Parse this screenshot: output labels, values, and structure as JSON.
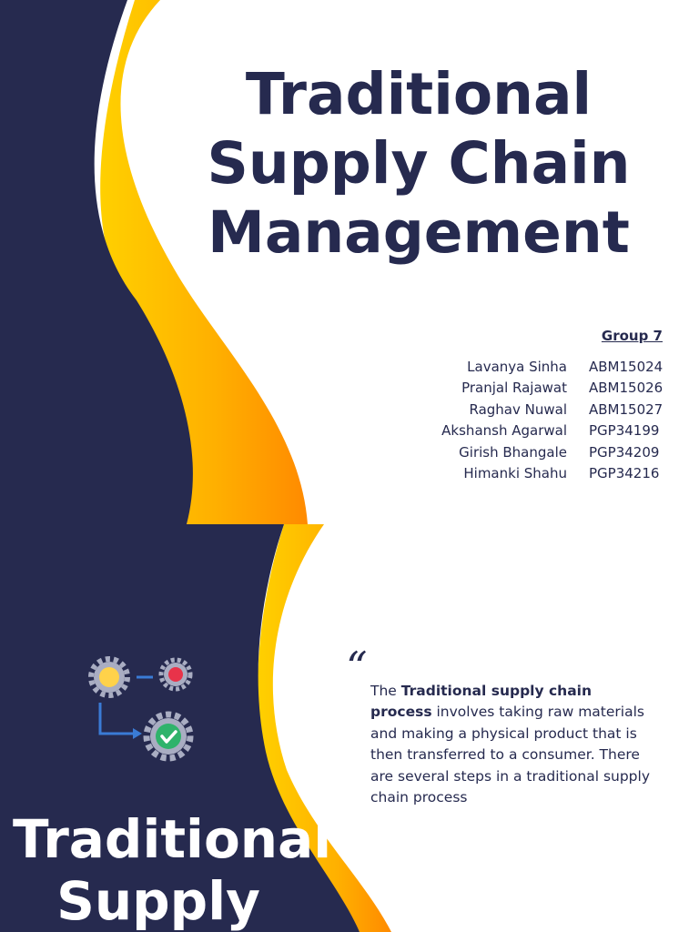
{
  "colors": {
    "navy": "#262a4f",
    "orange": "#ff9b00",
    "yellow": "#ffd000",
    "white": "#ffffff"
  },
  "slide1": {
    "title": "Traditional Supply Chain Management",
    "group_label": "Group 7",
    "members": [
      {
        "name": "Lavanya Sinha",
        "id": "ABM15024"
      },
      {
        "name": "Pranjal Rajawat",
        "id": "ABM15026"
      },
      {
        "name": "Raghav Nuwal",
        "id": "ABM15027"
      },
      {
        "name": "Akshansh Agarwal",
        "id": "PGP34199"
      },
      {
        "name": "Girish Bhangale",
        "id": "PGP34209"
      },
      {
        "name": "Himanki Shahu",
        "id": "PGP34216"
      }
    ]
  },
  "slide2": {
    "quote_mark": "“",
    "quote": {
      "lead": "The ",
      "bold": "Traditional supply chain process",
      "rest": " involves taking raw materials and making a physical product that is then transferred to a consumer. There are several steps in a traditional supply chain process"
    },
    "title": "Traditional Supply",
    "icon": "gear-process-flow-icon"
  }
}
